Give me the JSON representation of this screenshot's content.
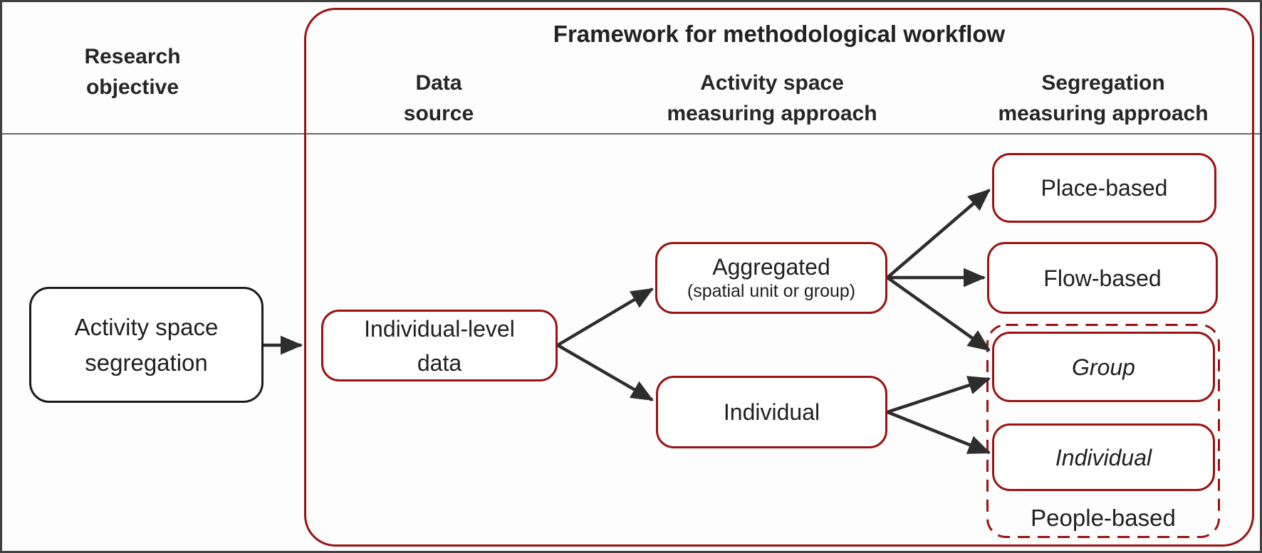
{
  "colors": {
    "accent_red": "#9a1313",
    "connector_dark": "#2d2d2d",
    "outer_border_gray": "#414141",
    "separator_gray": "#6b6b6b",
    "research_box_border": "#1a1a1a",
    "text": "#1f1f1f",
    "background": "#fdfdfd"
  },
  "title": "Framework for methodological workflow",
  "columns": {
    "research_objective": "Research\nobjective",
    "data_source": "Data\nsource",
    "activity_space": "Activity space\nmeasuring approach",
    "segregation": "Segregation\nmeasuring approach"
  },
  "nodes": {
    "research_box": "Activity space\nsegregation",
    "data_box": "Individual-level\ndata",
    "aggregated_title": "Aggregated",
    "aggregated_subtitle": "(spatial unit or group)",
    "individual_activity": "Individual",
    "place_based": "Place-based",
    "flow_based": "Flow-based",
    "group": "Group",
    "individual_segregation": "Individual",
    "people_based": "People-based"
  },
  "edges": [
    {
      "from": "activity-space-segregation",
      "to": "individual-level-data"
    },
    {
      "from": "individual-level-data",
      "to": "aggregated"
    },
    {
      "from": "individual-level-data",
      "to": "individual-activity"
    },
    {
      "from": "aggregated",
      "to": "place-based"
    },
    {
      "from": "aggregated",
      "to": "flow-based"
    },
    {
      "from": "aggregated",
      "to": "group"
    },
    {
      "from": "individual-activity",
      "to": "group"
    },
    {
      "from": "individual-activity",
      "to": "individual-segregation"
    }
  ]
}
